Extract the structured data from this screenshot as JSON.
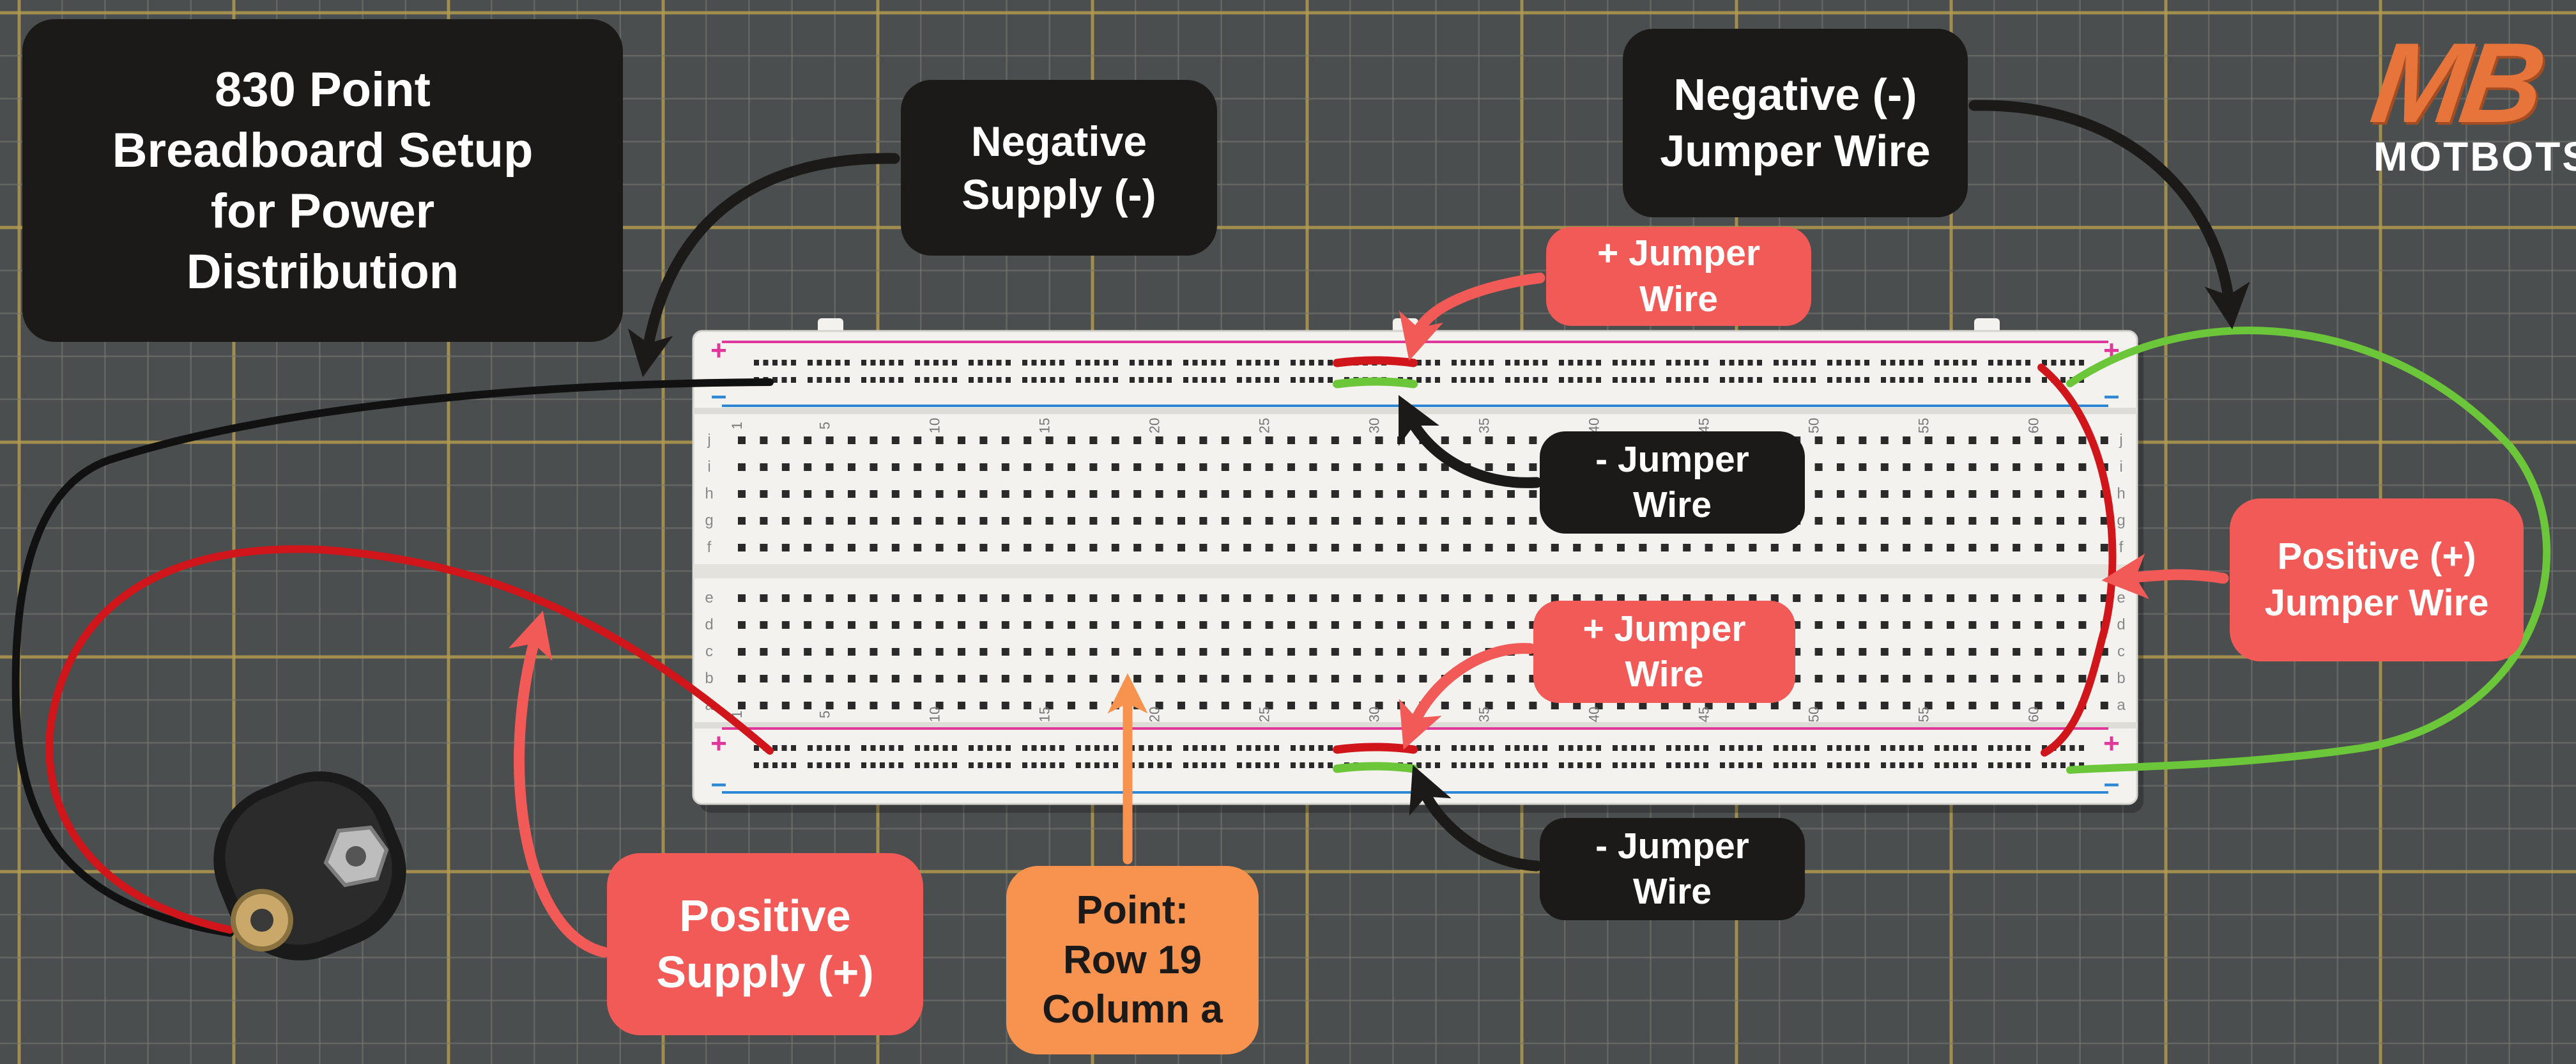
{
  "scene": {
    "description_colors": {
      "mat": "#4b4e4f",
      "grid_minor": "#74776f",
      "grid_major": "#b19a4f",
      "board": "#f3f2ee",
      "rail_positive": "#e2379a",
      "rail_negative": "#2e87d3",
      "wire_red": "#d0161b",
      "wire_green": "#6cc63a",
      "wire_black": "#111111",
      "label_dark": "#1b1a19",
      "label_coral": "#f15a56",
      "label_orange": "#f7924f"
    }
  },
  "logo": {
    "mark": "MB",
    "wordmark": "MOTBOTS"
  },
  "breadboard": {
    "rail_plus": "+",
    "rail_minus": "–",
    "row_numbers": [
      "1",
      "5",
      "10",
      "15",
      "20",
      "25",
      "30",
      "35",
      "40",
      "45",
      "50",
      "55",
      "60"
    ],
    "column_letters_top": [
      "j",
      "i",
      "h",
      "g",
      "f"
    ],
    "column_letters_bottom": [
      "e",
      "d",
      "c",
      "b",
      "a"
    ]
  },
  "labels": {
    "title": "830 Point\nBreadboard Setup\nfor Power\nDistribution",
    "negative_supply": "Negative\nSupply (-)",
    "negative_jumper": "Negative (-)\nJumper Wire",
    "plus_jumper_top": "+ Jumper\nWire",
    "minus_jumper_top": "- Jumper\nWire",
    "positive_jumper": "Positive (+)\nJumper Wire",
    "plus_jumper_bottom": "+ Jumper\nWire",
    "minus_jumper_bottom": "- Jumper\nWire",
    "positive_supply": "Positive\nSupply (+)",
    "point": "Point:\nRow 19\nColumn a"
  }
}
